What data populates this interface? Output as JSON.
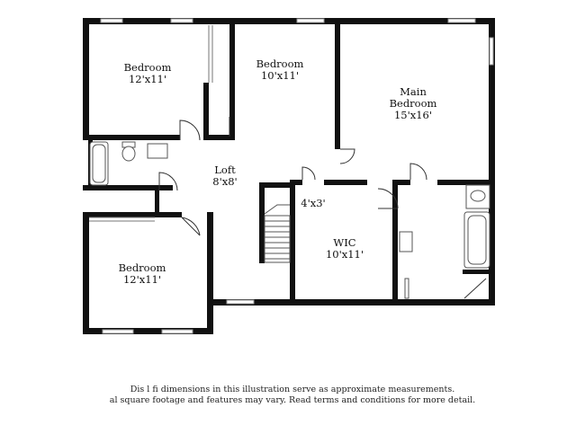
{
  "rooms": {
    "bedroom_nw": {
      "name": "Bedroom",
      "dims": "12'x11'"
    },
    "bedroom_n": {
      "name": "Bedroom",
      "dims": "10'x11'"
    },
    "main_bedroom": {
      "name_line1": "Main",
      "name_line2": "Bedroom",
      "dims": "15'x16'"
    },
    "loft": {
      "name": "Loft",
      "dims": "8'x8'"
    },
    "closet": {
      "dims": "4'x3'"
    },
    "wic": {
      "name": "WIC",
      "dims": "10'x11'"
    },
    "bedroom_sw": {
      "name": "Bedroom",
      "dims": "12'x11'"
    }
  },
  "disclaimer": {
    "line1": "Dis       l   fi            dimensions in this illustration serve as approximate measurements.",
    "line2": "al square footage and features may vary. Read terms and conditions for more detail."
  },
  "colors": {
    "wall": "#111111",
    "fixture": "#555555",
    "window": "#cccccc"
  }
}
